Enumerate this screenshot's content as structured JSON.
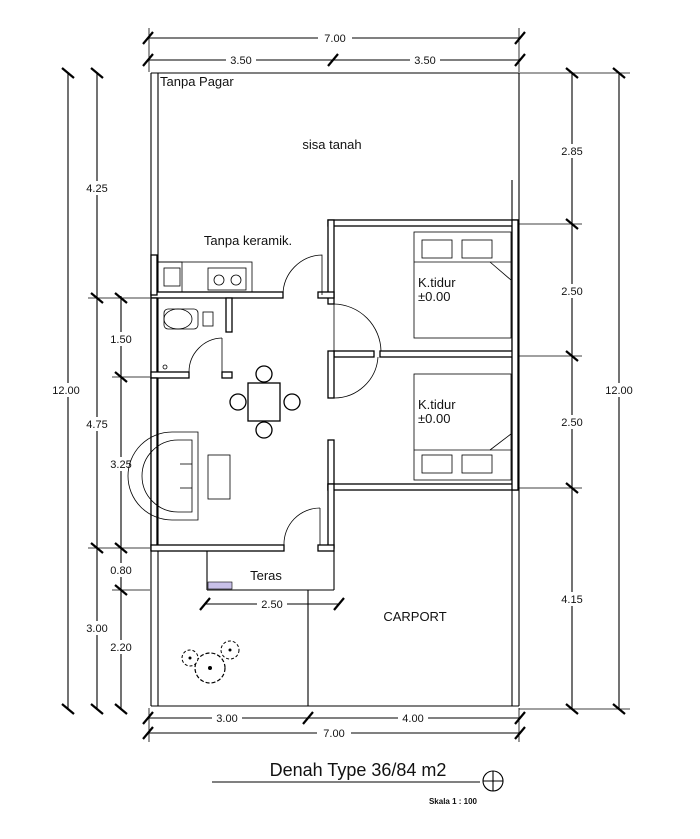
{
  "dimensions": {
    "top_total": "7.00",
    "top_left": "3.50",
    "top_right": "3.50",
    "left_outer_1": "4.25",
    "left_outer_2": "4.75",
    "left_outer_3": "3.00",
    "left_total": "12.00",
    "left_inner_1": "1.50",
    "left_inner_2": "3.25",
    "left_inner_3": "0.80",
    "left_inner_4": "2.20",
    "right_1": "2.85",
    "right_2": "2.50",
    "right_3": "2.50",
    "right_4": "4.15",
    "right_total": "12.00",
    "bottom_left": "3.00",
    "bottom_right": "4.00",
    "bottom_total": "7.00",
    "teras_width": "2.50"
  },
  "rooms": {
    "tanpa_pagar": "Tanpa Pagar",
    "sisa_tanah": "sisa tanah",
    "tanpa_keramik": "Tanpa keramik.",
    "bedroom_1_name": "K.tidur",
    "bedroom_1_level": "±0.00",
    "bedroom_2_name": "K.tidur",
    "bedroom_2_level": "±0.00",
    "teras": "Teras",
    "carport": "CARPORT"
  },
  "title": {
    "main": "Denah Type 36/84 m2",
    "scale": "Skala 1 : 100"
  }
}
